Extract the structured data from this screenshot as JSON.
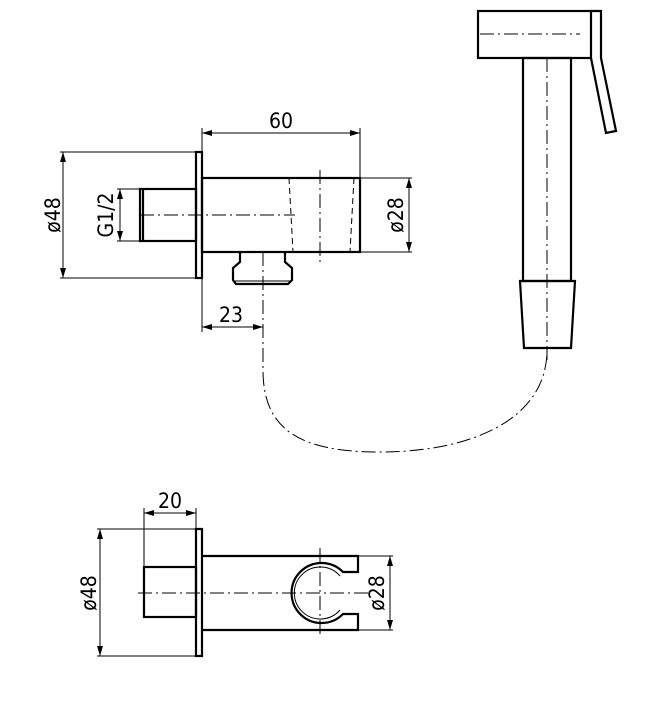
{
  "top_view": {
    "dim_length": "60",
    "dim_flange_diameter": "ø48",
    "dim_thread": "G1/2",
    "dim_body_diameter": "ø28",
    "dim_outlet_offset": "23"
  },
  "bottom_view": {
    "dim_thread_length": "20",
    "dim_flange_diameter": "ø48",
    "dim_body_diameter": "ø28"
  },
  "colors": {
    "line": "#000000",
    "background": "#ffffff"
  }
}
